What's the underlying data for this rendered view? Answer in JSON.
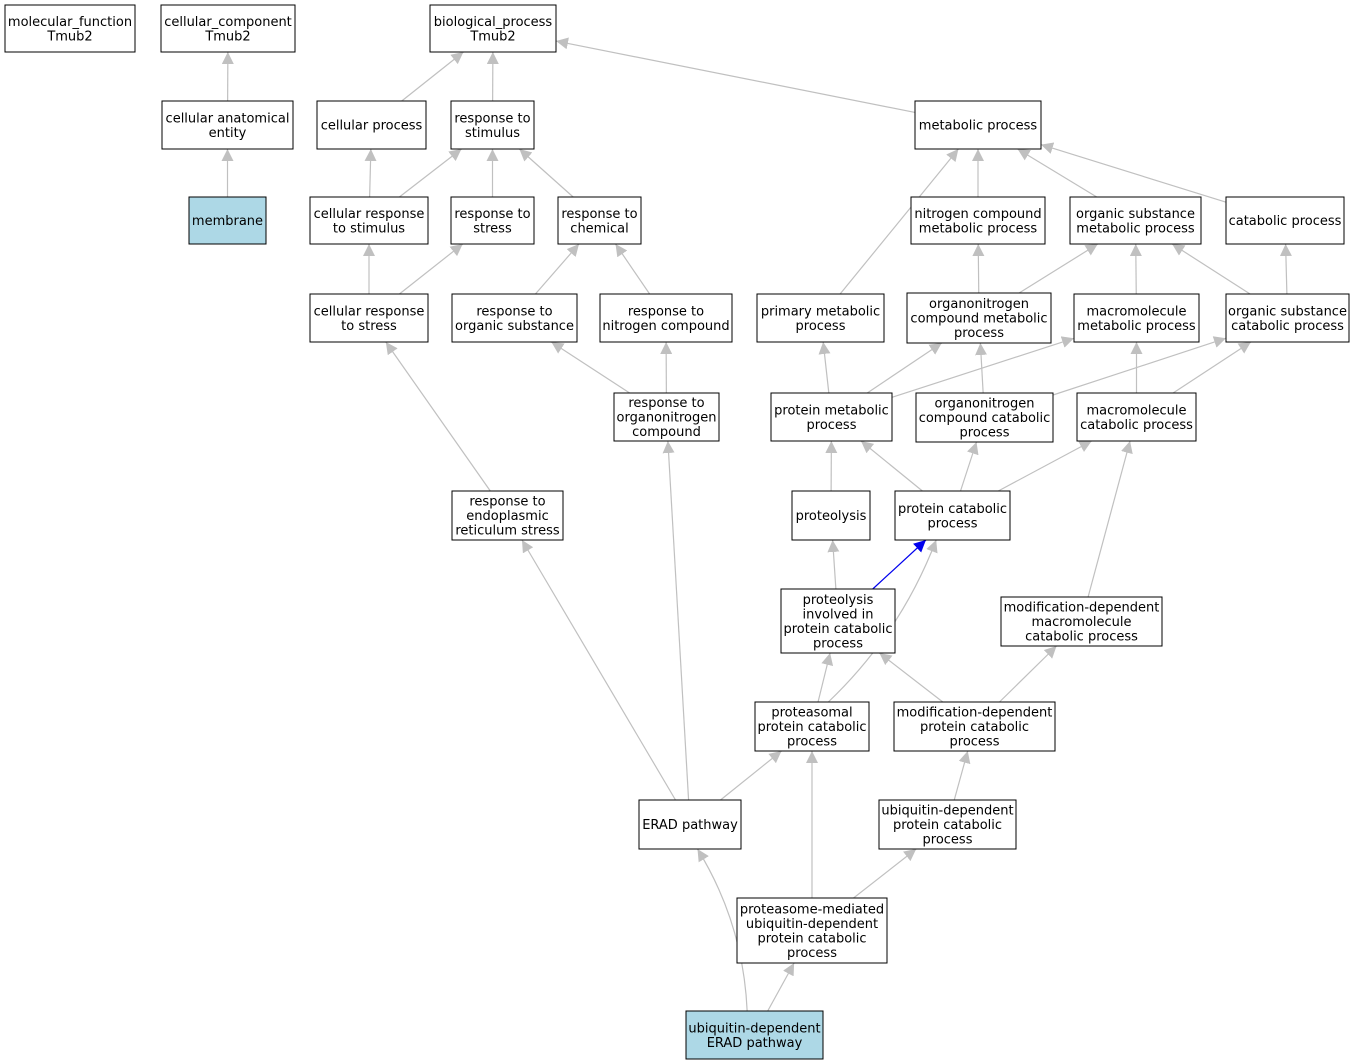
{
  "colors": {
    "highlight_fill": "#add8e6",
    "default_fill": "#ffffff",
    "edge_default": "#c0c0c0",
    "edge_highlight": "#0000ee"
  },
  "nodes": [
    {
      "id": "mf",
      "lines": [
        "molecular_function",
        "Tmub2"
      ],
      "highlight": false
    },
    {
      "id": "cc",
      "lines": [
        "cellular_component",
        "Tmub2"
      ],
      "highlight": false
    },
    {
      "id": "bp",
      "lines": [
        "biological_process",
        "Tmub2"
      ],
      "highlight": false
    },
    {
      "id": "cae",
      "lines": [
        "cellular anatomical",
        "entity"
      ],
      "highlight": false
    },
    {
      "id": "membrane",
      "lines": [
        "membrane"
      ],
      "highlight": true
    },
    {
      "id": "cellproc",
      "lines": [
        "cellular process"
      ],
      "highlight": false
    },
    {
      "id": "resp_stim",
      "lines": [
        "response to",
        "stimulus"
      ],
      "highlight": false
    },
    {
      "id": "metab",
      "lines": [
        "metabolic process"
      ],
      "highlight": false
    },
    {
      "id": "cell_resp_stim",
      "lines": [
        "cellular response",
        "to stimulus"
      ],
      "highlight": false
    },
    {
      "id": "resp_stress",
      "lines": [
        "response to",
        "stress"
      ],
      "highlight": false
    },
    {
      "id": "resp_chem",
      "lines": [
        "response to",
        "chemical"
      ],
      "highlight": false
    },
    {
      "id": "nitro_metab",
      "lines": [
        "nitrogen compound",
        "metabolic process"
      ],
      "highlight": false
    },
    {
      "id": "org_metab",
      "lines": [
        "organic substance",
        "metabolic process"
      ],
      "highlight": false
    },
    {
      "id": "catab",
      "lines": [
        "catabolic process"
      ],
      "highlight": false
    },
    {
      "id": "cell_resp_stress",
      "lines": [
        "cellular response",
        "to stress"
      ],
      "highlight": false
    },
    {
      "id": "resp_org",
      "lines": [
        "response to",
        "organic substance"
      ],
      "highlight": false
    },
    {
      "id": "resp_nitro",
      "lines": [
        "response to",
        "nitrogen compound"
      ],
      "highlight": false
    },
    {
      "id": "prim_metab",
      "lines": [
        "primary metabolic",
        "process"
      ],
      "highlight": false
    },
    {
      "id": "orgnitro_metab",
      "lines": [
        "organonitrogen",
        "compound metabolic",
        "process"
      ],
      "highlight": false
    },
    {
      "id": "macro_metab",
      "lines": [
        "macromolecule",
        "metabolic process"
      ],
      "highlight": false
    },
    {
      "id": "org_catab",
      "lines": [
        "organic substance",
        "catabolic process"
      ],
      "highlight": false
    },
    {
      "id": "resp_orgnitro",
      "lines": [
        "response to",
        "organonitrogen",
        "compound"
      ],
      "highlight": false
    },
    {
      "id": "prot_metab",
      "lines": [
        "protein metabolic",
        "process"
      ],
      "highlight": false
    },
    {
      "id": "orgnitro_catab",
      "lines": [
        "organonitrogen",
        "compound catabolic",
        "process"
      ],
      "highlight": false
    },
    {
      "id": "macro_catab",
      "lines": [
        "macromolecule",
        "catabolic process"
      ],
      "highlight": false
    },
    {
      "id": "resp_er",
      "lines": [
        "response to",
        "endoplasmic",
        "reticulum stress"
      ],
      "highlight": false
    },
    {
      "id": "proteolysis",
      "lines": [
        "proteolysis"
      ],
      "highlight": false
    },
    {
      "id": "prot_catab",
      "lines": [
        "protein catabolic",
        "process"
      ],
      "highlight": false
    },
    {
      "id": "proteo_inv",
      "lines": [
        "proteolysis",
        "involved in",
        "protein catabolic",
        "process"
      ],
      "highlight": false
    },
    {
      "id": "moddep_macro",
      "lines": [
        "modification-dependent",
        "macromolecule",
        "catabolic process"
      ],
      "highlight": false
    },
    {
      "id": "proteasomal",
      "lines": [
        "proteasomal",
        "protein catabolic",
        "process"
      ],
      "highlight": false
    },
    {
      "id": "moddep_prot",
      "lines": [
        "modification-dependent",
        "protein catabolic",
        "process"
      ],
      "highlight": false
    },
    {
      "id": "erad",
      "lines": [
        "ERAD pathway"
      ],
      "highlight": false
    },
    {
      "id": "ubdep_prot",
      "lines": [
        "ubiquitin-dependent",
        "protein catabolic",
        "process"
      ],
      "highlight": false
    },
    {
      "id": "proteasome_med",
      "lines": [
        "proteasome-mediated",
        "ubiquitin-dependent",
        "protein catabolic",
        "process"
      ],
      "highlight": false
    },
    {
      "id": "ubdep_erad",
      "lines": [
        "ubiquitin-dependent",
        "ERAD pathway"
      ],
      "highlight": true
    }
  ],
  "edges": [
    {
      "from": "cae",
      "to": "cc"
    },
    {
      "from": "membrane",
      "to": "cae"
    },
    {
      "from": "cellproc",
      "to": "bp"
    },
    {
      "from": "resp_stim",
      "to": "bp"
    },
    {
      "from": "metab",
      "to": "bp"
    },
    {
      "from": "cell_resp_stim",
      "to": "cellproc"
    },
    {
      "from": "cell_resp_stim",
      "to": "resp_stim"
    },
    {
      "from": "resp_stress",
      "to": "resp_stim"
    },
    {
      "from": "resp_chem",
      "to": "resp_stim"
    },
    {
      "from": "nitro_metab",
      "to": "metab"
    },
    {
      "from": "org_metab",
      "to": "metab"
    },
    {
      "from": "catab",
      "to": "metab"
    },
    {
      "from": "prim_metab",
      "to": "metab"
    },
    {
      "from": "cell_resp_stress",
      "to": "cell_resp_stim"
    },
    {
      "from": "cell_resp_stress",
      "to": "resp_stress"
    },
    {
      "from": "resp_org",
      "to": "resp_chem"
    },
    {
      "from": "resp_nitro",
      "to": "resp_chem"
    },
    {
      "from": "orgnitro_metab",
      "to": "nitro_metab"
    },
    {
      "from": "orgnitro_metab",
      "to": "org_metab"
    },
    {
      "from": "macro_metab",
      "to": "org_metab"
    },
    {
      "from": "org_catab",
      "to": "org_metab"
    },
    {
      "from": "org_catab",
      "to": "catab"
    },
    {
      "from": "resp_orgnitro",
      "to": "resp_org"
    },
    {
      "from": "resp_orgnitro",
      "to": "resp_nitro"
    },
    {
      "from": "prot_metab",
      "to": "prim_metab"
    },
    {
      "from": "prot_metab",
      "to": "orgnitro_metab"
    },
    {
      "from": "prot_metab",
      "to": "macro_metab"
    },
    {
      "from": "orgnitro_catab",
      "to": "orgnitro_metab"
    },
    {
      "from": "orgnitro_catab",
      "to": "org_catab"
    },
    {
      "from": "macro_catab",
      "to": "macro_metab"
    },
    {
      "from": "macro_catab",
      "to": "org_catab"
    },
    {
      "from": "resp_er",
      "to": "cell_resp_stress"
    },
    {
      "from": "proteolysis",
      "to": "prot_metab"
    },
    {
      "from": "prot_catab",
      "to": "prot_metab"
    },
    {
      "from": "prot_catab",
      "to": "orgnitro_catab"
    },
    {
      "from": "prot_catab",
      "to": "macro_catab"
    },
    {
      "from": "proteo_inv",
      "to": "proteolysis"
    },
    {
      "from": "proteo_inv",
      "to": "prot_catab",
      "highlight": true
    },
    {
      "from": "moddep_macro",
      "to": "macro_catab"
    },
    {
      "from": "proteasomal",
      "to": "proteo_inv"
    },
    {
      "from": "proteasomal",
      "to": "prot_catab",
      "curve": true
    },
    {
      "from": "moddep_prot",
      "to": "proteo_inv"
    },
    {
      "from": "moddep_prot",
      "to": "moddep_macro"
    },
    {
      "from": "erad",
      "to": "resp_er"
    },
    {
      "from": "erad",
      "to": "resp_orgnitro"
    },
    {
      "from": "erad",
      "to": "proteasomal"
    },
    {
      "from": "ubdep_prot",
      "to": "moddep_prot"
    },
    {
      "from": "proteasome_med",
      "to": "proteasomal"
    },
    {
      "from": "proteasome_med",
      "to": "ubdep_prot"
    },
    {
      "from": "ubdep_erad",
      "to": "erad",
      "curve": true
    },
    {
      "from": "ubdep_erad",
      "to": "proteasome_med"
    }
  ]
}
